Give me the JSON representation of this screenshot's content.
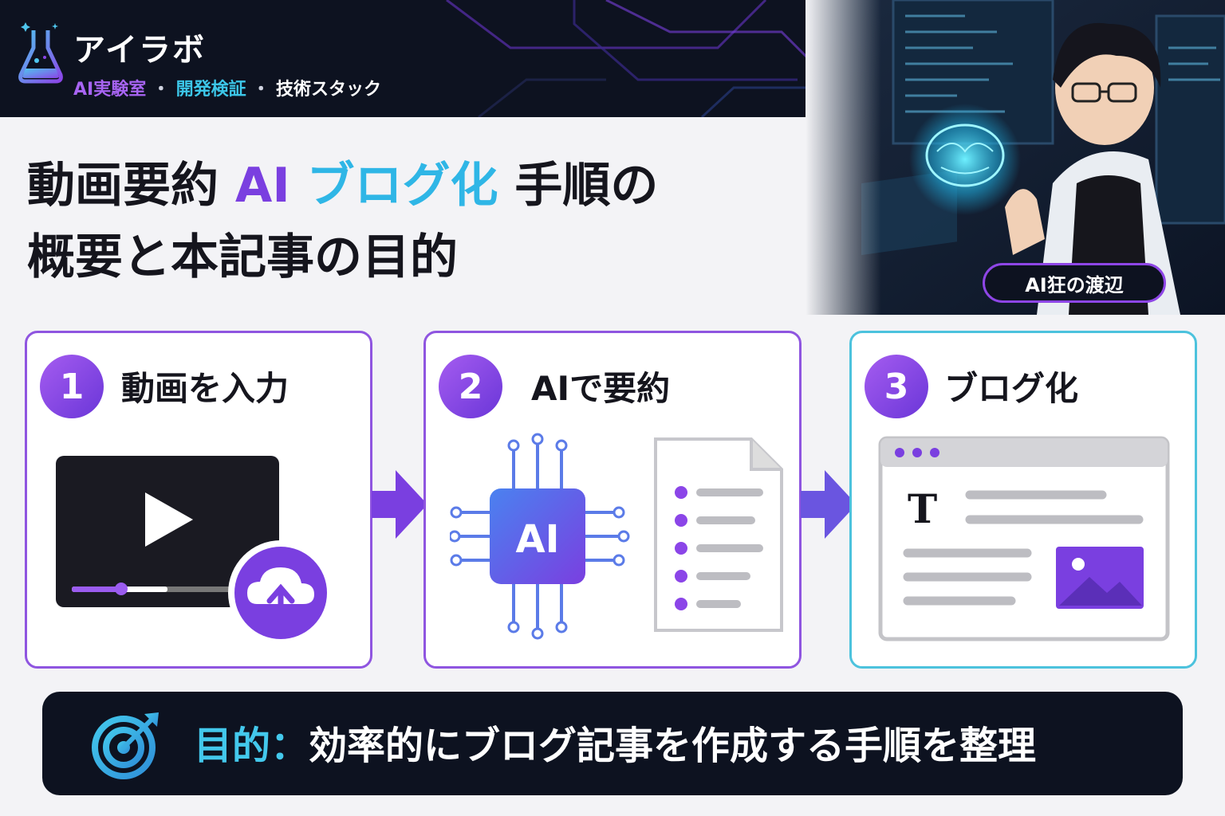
{
  "brand": {
    "name": "アイラボ",
    "tagline_a": "AI実験室",
    "tagline_b": "開発検証",
    "tagline_c": "技術スタック",
    "separator": "・"
  },
  "title": {
    "line1_a": "動画要約 ",
    "line1_b": "AI",
    "line1_c": " ブログ化",
    "line1_d": " 手順の",
    "line2": "概要と本記事の目的"
  },
  "author": {
    "badge": "AI狂の渡辺"
  },
  "steps": [
    {
      "number": "1",
      "label": "動画を入力"
    },
    {
      "number": "2",
      "label": "AIで要約"
    },
    {
      "number": "3",
      "label": "ブログ化"
    }
  ],
  "ai_chip": {
    "text": "AI"
  },
  "blog_mock": {
    "text_icon": "T"
  },
  "purpose": {
    "label": "目的",
    "colon": "：",
    "text": "効率的にブログ記事を作成する手順を整理"
  },
  "icons": [
    "flask-icon",
    "play-icon",
    "cloud-upload-icon",
    "ai-chip-icon",
    "document-icon",
    "browser-window-icon",
    "image-icon",
    "target-icon",
    "arrow-right-icon"
  ],
  "colors": {
    "purple": "#7a3fe0",
    "cyan": "#2fb6e6",
    "dark": "#0d1220"
  }
}
